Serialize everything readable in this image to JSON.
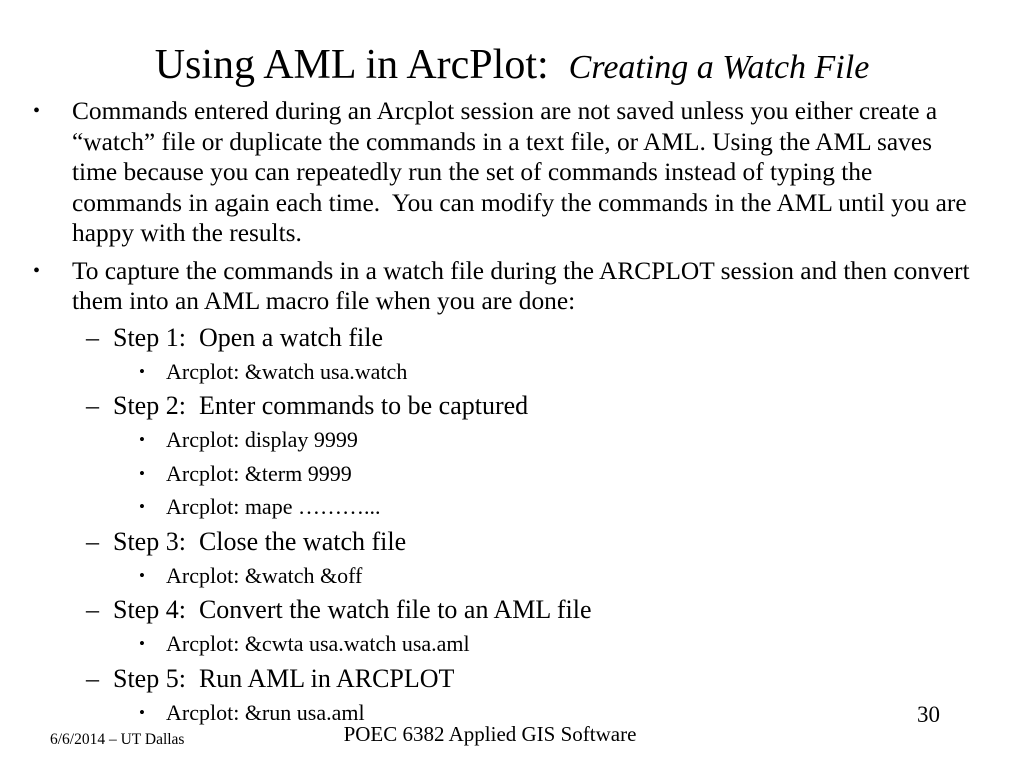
{
  "slide": {
    "title": "Using AML in ArcPlot:",
    "subtitle": "Creating a Watch File",
    "bullet_glyphs": {
      "level1": "•",
      "level2": "–",
      "level3": "•"
    },
    "bullets": [
      {
        "level": 1,
        "text": "Commands entered during an Arcplot session are not saved unless you either create a “watch” file or duplicate the commands in a text file, or AML. Using the AML saves time because you can repeatedly run the set of commands instead of typing the commands in again each time.  You can modify the commands in the AML until you are happy with the results."
      },
      {
        "level": 1,
        "text": "To capture the commands in a watch file during the ARCPLOT session and then convert them into an AML macro file when you are done:"
      },
      {
        "level": 2,
        "text": "Step 1:  Open a watch file"
      },
      {
        "level": 3,
        "text": "Arcplot: &watch usa.watch"
      },
      {
        "level": 2,
        "text": "Step 2:  Enter commands to be captured"
      },
      {
        "level": 3,
        "text": "Arcplot: display 9999"
      },
      {
        "level": 3,
        "text": "Arcplot: &term 9999"
      },
      {
        "level": 3,
        "text": "Arcplot: mape ………..."
      },
      {
        "level": 2,
        "text": "Step 3:  Close the watch file"
      },
      {
        "level": 3,
        "text": "Arcplot: &watch &off"
      },
      {
        "level": 2,
        "text": "Step 4:  Convert the watch file to an AML file"
      },
      {
        "level": 3,
        "text": "Arcplot: &cwta usa.watch usa.aml"
      },
      {
        "level": 2,
        "text": "Step 5:  Run AML in ARCPLOT"
      },
      {
        "level": 3,
        "text": "Arcplot: &run usa.aml"
      }
    ],
    "footer": {
      "left": "6/6/2014 – UT Dallas",
      "center": "POEC 6382 Applied GIS Software",
      "page_number": "30"
    },
    "colors": {
      "background": "#ffffff",
      "text": "#000000"
    }
  }
}
